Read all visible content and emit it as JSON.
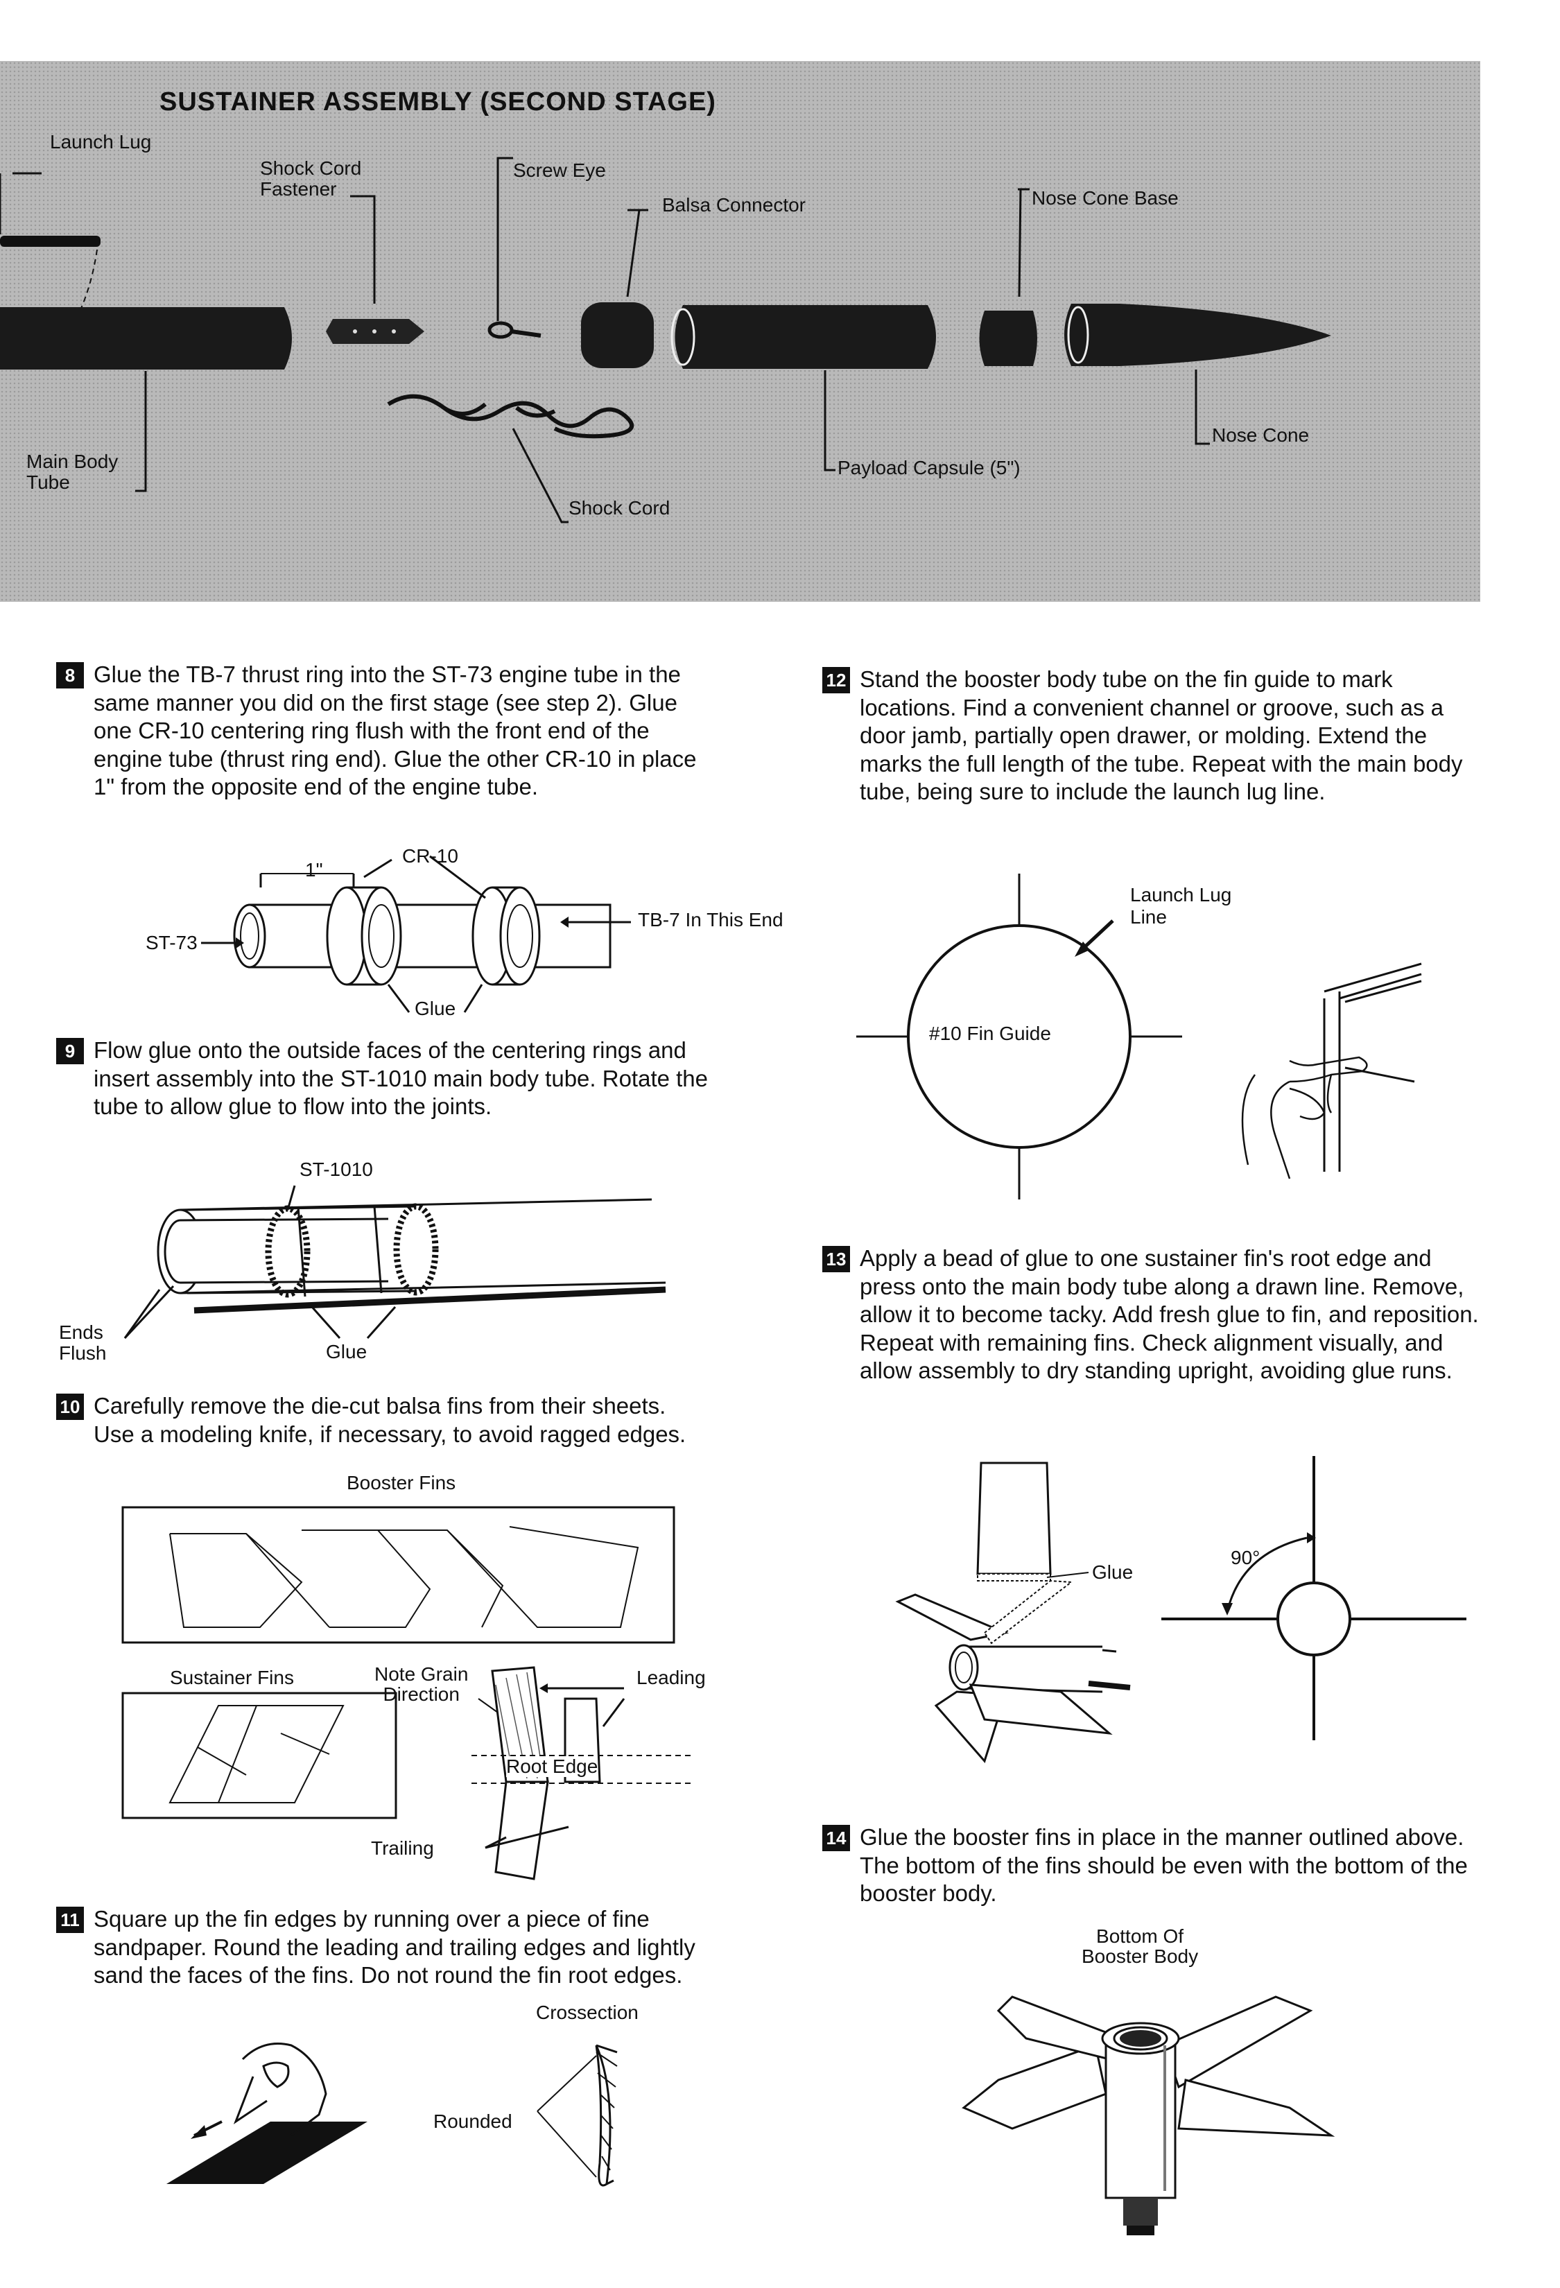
{
  "header": {
    "title": "SUSTAINER ASSEMBLY (SECOND STAGE)",
    "labels": {
      "launch_lug": "Launch Lug",
      "shock_cord_fastener": "Shock Cord\nFastener",
      "screw_eye": "Screw Eye",
      "balsa_connector": "Balsa Connector",
      "nose_cone_base": "Nose Cone Base",
      "main_body_tube": "Main Body\nTube",
      "shock_cord": "Shock Cord",
      "payload_capsule": "Payload Capsule (5\")",
      "nose_cone": "Nose Cone"
    }
  },
  "steps": [
    {
      "num": "8",
      "text": "Glue the TB-7 thrust ring into the ST-73 engine tube in the same manner you did on the first stage (see step 2). Glue one CR-10 centering ring flush with the front end of the engine tube (thrust ring end). Glue the other CR-10 in place 1\" from the opposite end of the engine tube."
    },
    {
      "num": "9",
      "text": "Flow glue onto the outside faces of the centering rings and insert assembly into the ST-1010 main body tube. Rotate the tube to allow glue to flow into the joints."
    },
    {
      "num": "10",
      "text": "Carefully remove the die-cut balsa fins from their sheets. Use a modeling knife, if necessary, to avoid ragged edges."
    },
    {
      "num": "11",
      "text": "Square up the fin edges by running over a piece of fine sandpaper. Round the leading and trailing edges and lightly sand the faces of the fins. Do not round the fin root edges."
    },
    {
      "num": "12",
      "text": "Stand the booster body tube on the fin guide to mark locations. Find a convenient channel or groove, such as a door jamb, partially open drawer, or molding. Extend the marks the full length of the tube. Repeat with the main body tube, being sure to include the launch lug line."
    },
    {
      "num": "13",
      "text": "Apply a bead of glue to one sustainer fin's root edge and press onto the main body tube along a drawn line. Remove, allow it to become tacky. Add fresh glue to fin, and reposition. Repeat with remaining fins. Check alignment visually, and allow assembly to dry standing upright, avoiding glue runs."
    },
    {
      "num": "14",
      "text": "Glue the booster fins in place in the manner outlined above. The bottom of the fins should be even with the bottom of the booster body."
    }
  ],
  "figures": {
    "engine": {
      "one_inch": "1\"",
      "cr10": "CR-10",
      "st73": "ST-73",
      "tb7": "TB-7 In This End",
      "glue": "Glue"
    },
    "body": {
      "st1010": "ST-1010",
      "ends_flush": "Ends\nFlush",
      "glue": "Glue"
    },
    "fins": {
      "booster_fins": "Booster Fins",
      "sustainer_fins": "Sustainer Fins",
      "note_grain": "Note Grain\nDirection",
      "leading": "Leading",
      "root_edge": "Root Edge",
      "trailing": "Trailing"
    },
    "sand": {
      "crossection": "Crossection",
      "rounded": "Rounded"
    },
    "guide": {
      "launch_lug_line": "Launch Lug\nLine",
      "fin_guide": "#10 Fin Guide"
    },
    "sustainer": {
      "glue": "Glue",
      "angle": "90°"
    },
    "booster": {
      "bottom": "Bottom Of\nBooster Body"
    }
  }
}
